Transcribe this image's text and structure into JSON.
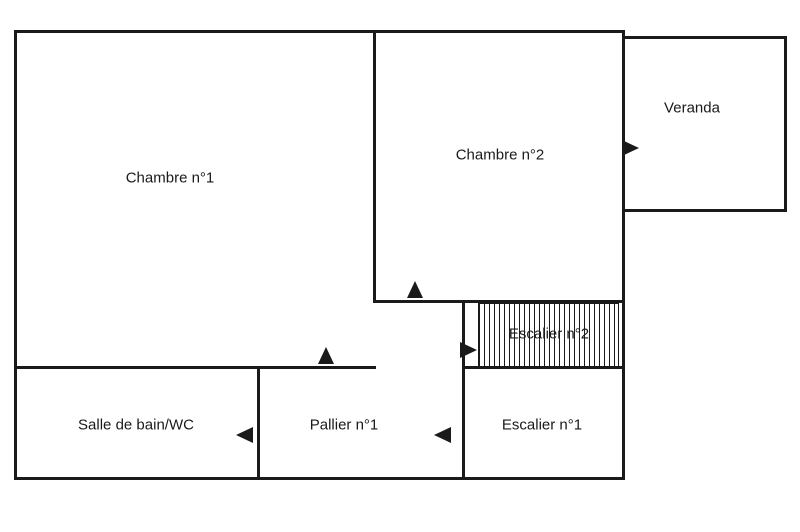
{
  "floorplan": {
    "rooms": {
      "chambre1": {
        "label": "Chambre n°1"
      },
      "chambre2": {
        "label": "Chambre n°2"
      },
      "veranda": {
        "label": "Veranda"
      },
      "escalier2": {
        "label": "Escalier n°2"
      },
      "salle_de_bain": {
        "label": "Salle de bain/WC"
      },
      "pallier1": {
        "label": "Pallier n°1"
      },
      "escalier1": {
        "label": "Escalier n°1"
      }
    },
    "arrows": [
      {
        "name": "chambre1-door-arrow-icon",
        "direction": "up"
      },
      {
        "name": "chambre2-door-arrow-icon",
        "direction": "up"
      },
      {
        "name": "veranda-door-arrow-icon",
        "direction": "right"
      },
      {
        "name": "escalier2-door-arrow-icon",
        "direction": "right"
      },
      {
        "name": "salle-de-bain-door-arrow-icon",
        "direction": "left"
      },
      {
        "name": "pallier-door-arrow-icon",
        "direction": "left"
      }
    ],
    "colors": {
      "wall": "#1a1a1a",
      "background": "#ffffff",
      "hatch": "#1a1a1a"
    }
  }
}
